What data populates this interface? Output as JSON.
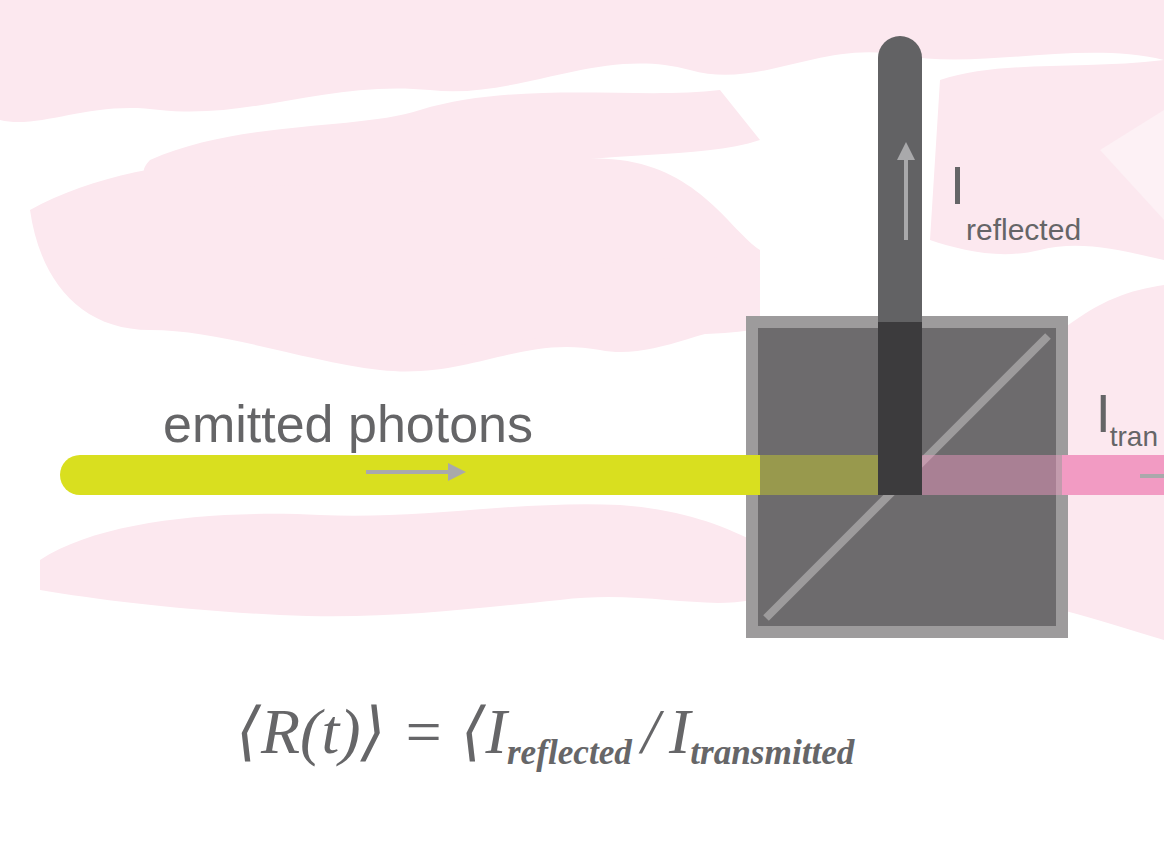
{
  "diagram": {
    "labels": [
      "emitted photons",
      "I",
      "reflected",
      "I",
      "tran",
      "⟨R(t)⟩ = ⟨",
      "I",
      "reflected",
      "/",
      "I",
      "transmitted"
    ]
  }
}
